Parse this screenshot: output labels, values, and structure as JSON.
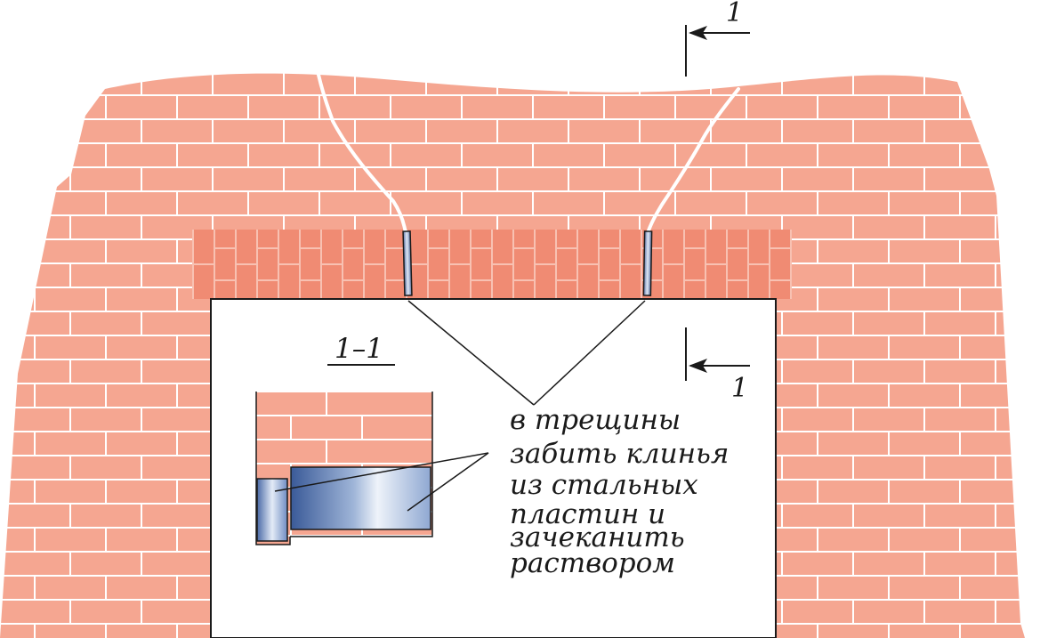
{
  "section_marker": {
    "top_label": "1",
    "bottom_label": "1"
  },
  "section_view": {
    "title": "1–1"
  },
  "note": {
    "lines": [
      "в трещины",
      "забить клинья",
      "из стальных",
      "пластин и",
      "зачеканить",
      "раствором"
    ]
  },
  "colors": {
    "brick": "#f5a691",
    "lintel_brick": "#f08b73",
    "mortar": "#ffffff",
    "outline": "#1a1a1a",
    "steel_dark": "#3a5a98",
    "steel_light": "#e6eef8"
  }
}
